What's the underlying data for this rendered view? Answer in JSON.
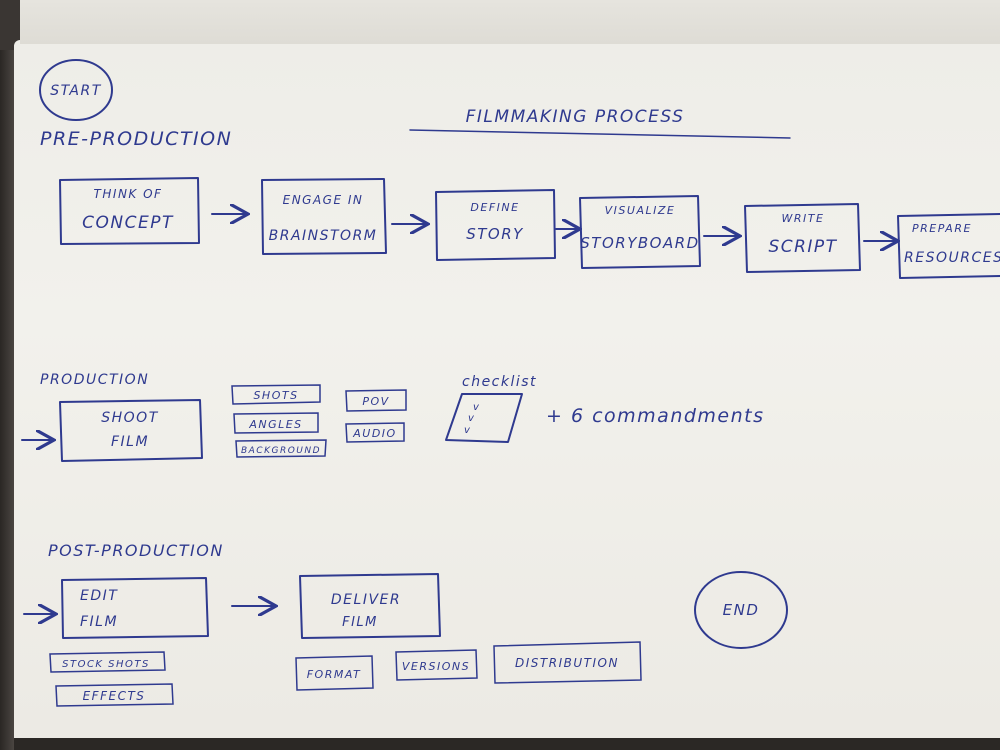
{
  "colors": {
    "ink": "#2f3a8f",
    "paper": "#efeee9",
    "table": "#3a3633"
  },
  "diagram": {
    "title": "FILMMAKING PROCESS",
    "start": "START",
    "end": "END",
    "pre_production": {
      "label": "PRE-PRODUCTION",
      "steps": [
        {
          "line1": "THINK OF",
          "line2": "CONCEPT"
        },
        {
          "line1": "ENGAGE IN",
          "line2": "BRAINSTORM"
        },
        {
          "line1": "DEFINE",
          "line2": "STORY"
        },
        {
          "line1": "VISUALIZE",
          "line2": "STORYBOARD"
        },
        {
          "line1": "WRITE",
          "line2": "SCRIPT"
        },
        {
          "line1": "PREPARE",
          "line2": "RESOURCES"
        }
      ]
    },
    "production": {
      "label": "PRODUCTION",
      "main": {
        "line1": "SHOOT",
        "line2": "FILM"
      },
      "tags": [
        "SHOTS",
        "ANGLES",
        "BACKGROUND",
        "POV",
        "AUDIO"
      ],
      "checklist": {
        "label": "checklist",
        "marks": [
          "v",
          "v",
          "v"
        ]
      },
      "commandments": "+ 6 commandments"
    },
    "post_production": {
      "label": "POST-PRODUCTION",
      "edit": {
        "line1": "EDIT",
        "line2": "FILM"
      },
      "deliver": {
        "line1": "DELIVER",
        "line2": "FILM"
      },
      "edit_tags": [
        "STOCK SHOTS",
        "EFFECTS"
      ],
      "deliver_tags": [
        "FORMAT",
        "VERSIONS",
        "DISTRIBUTION"
      ]
    }
  }
}
